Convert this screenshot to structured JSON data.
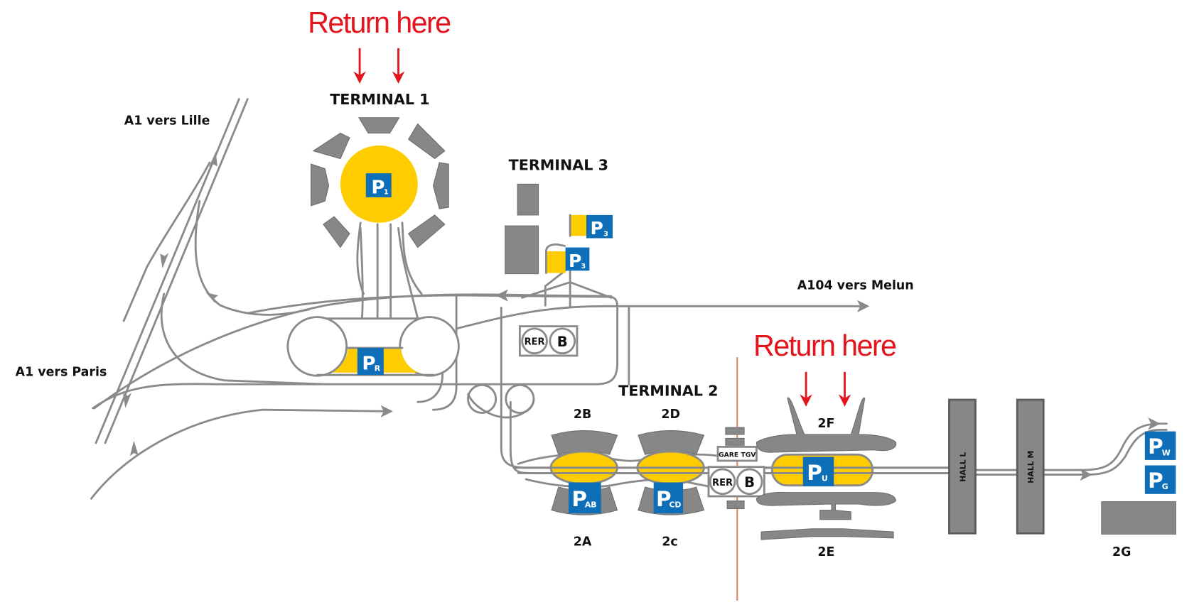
{
  "map": {
    "title": "Paris-Charles de Gaulle Airport rental car return map",
    "callouts": [
      {
        "id": "return-t1",
        "text": "Return here"
      },
      {
        "id": "return-t2",
        "text": "Return here"
      }
    ],
    "terminals": {
      "t1": "TERMINAL 1",
      "t2": "TERMINAL 2",
      "t3": "TERMINAL 3"
    },
    "terminal2_halls": {
      "2a": "2A",
      "2b": "2B",
      "2c": "2c",
      "2d": "2D",
      "2e": "2E",
      "2f": "2F",
      "2g": "2G",
      "hall_l": "HALL L",
      "hall_m": "HALL M"
    },
    "roads": {
      "a1_lille": "A1 vers Lille",
      "a1_paris": "A1 vers Paris",
      "a104_melun": "A104 vers Melun"
    },
    "stations": {
      "rer_label": "RER",
      "b_label": "B",
      "gare_tgv": "GARE TGV"
    },
    "parking": [
      {
        "id": "p1",
        "letter": "P",
        "sub": "1"
      },
      {
        "id": "pr",
        "letter": "P",
        "sub": "R"
      },
      {
        "id": "p3a",
        "letter": "P",
        "sub": "3"
      },
      {
        "id": "p3b",
        "letter": "P",
        "sub": "3"
      },
      {
        "id": "pab",
        "letter": "P",
        "sub": "AB"
      },
      {
        "id": "pcd",
        "letter": "P",
        "sub": "CD"
      },
      {
        "id": "pu",
        "letter": "P",
        "sub": "U"
      },
      {
        "id": "pw",
        "letter": "P",
        "sub": "W"
      },
      {
        "id": "pg",
        "letter": "P",
        "sub": "G"
      }
    ],
    "colors": {
      "parking_blue": "#0e6fb8",
      "parking_yellow": "#ffcc00",
      "building_gray": "#878787",
      "road_gray": "#8a8a8a",
      "callout_red": "#e3141b",
      "boundary": "#e08a6a"
    }
  }
}
